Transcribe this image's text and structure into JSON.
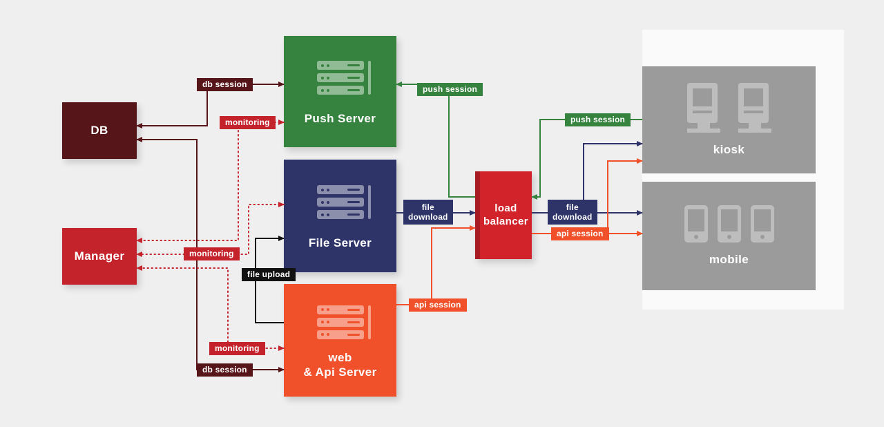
{
  "nodes": {
    "db": {
      "label": "DB"
    },
    "manager": {
      "label": "Manager"
    },
    "push_server": {
      "label": "Push Server"
    },
    "file_server": {
      "label": "File Server"
    },
    "web_api_server": {
      "line1": "web",
      "line2": "& Api Server"
    },
    "load_balancer": {
      "line1": "load",
      "line2": "balancer"
    },
    "kiosk": {
      "label": "kiosk"
    },
    "mobile": {
      "label": "mobile"
    }
  },
  "edge_labels": {
    "db_session_top": "db session",
    "db_session_bottom": "db session",
    "monitoring_push": "monitoring",
    "monitoring_file": "monitoring",
    "monitoring_web": "monitoring",
    "file_upload": "file upload",
    "push_session_left": "push session",
    "push_session_right": "push session",
    "file_download_left_line1": "file",
    "file_download_left_line2": "download",
    "file_download_right_line1": "file",
    "file_download_right_line2": "download",
    "api_session_left": "api session",
    "api_session_right": "api session"
  },
  "icons": {
    "push_server": "server-stack-icon",
    "file_server": "server-stack-icon",
    "web_api_server": "server-stack-icon",
    "kiosk": "kiosk-terminal-icon",
    "mobile": "smartphone-icon"
  },
  "colors": {
    "background": "#efeff0",
    "panel": "#fafafa",
    "maroon": "#561518",
    "red": "#c5232c",
    "green": "#36833f",
    "navy": "#2f3468",
    "orange": "#f0512a",
    "load_balancer_red": "#d2232a",
    "black": "#111111",
    "client_gray": "#9b9b9b"
  }
}
